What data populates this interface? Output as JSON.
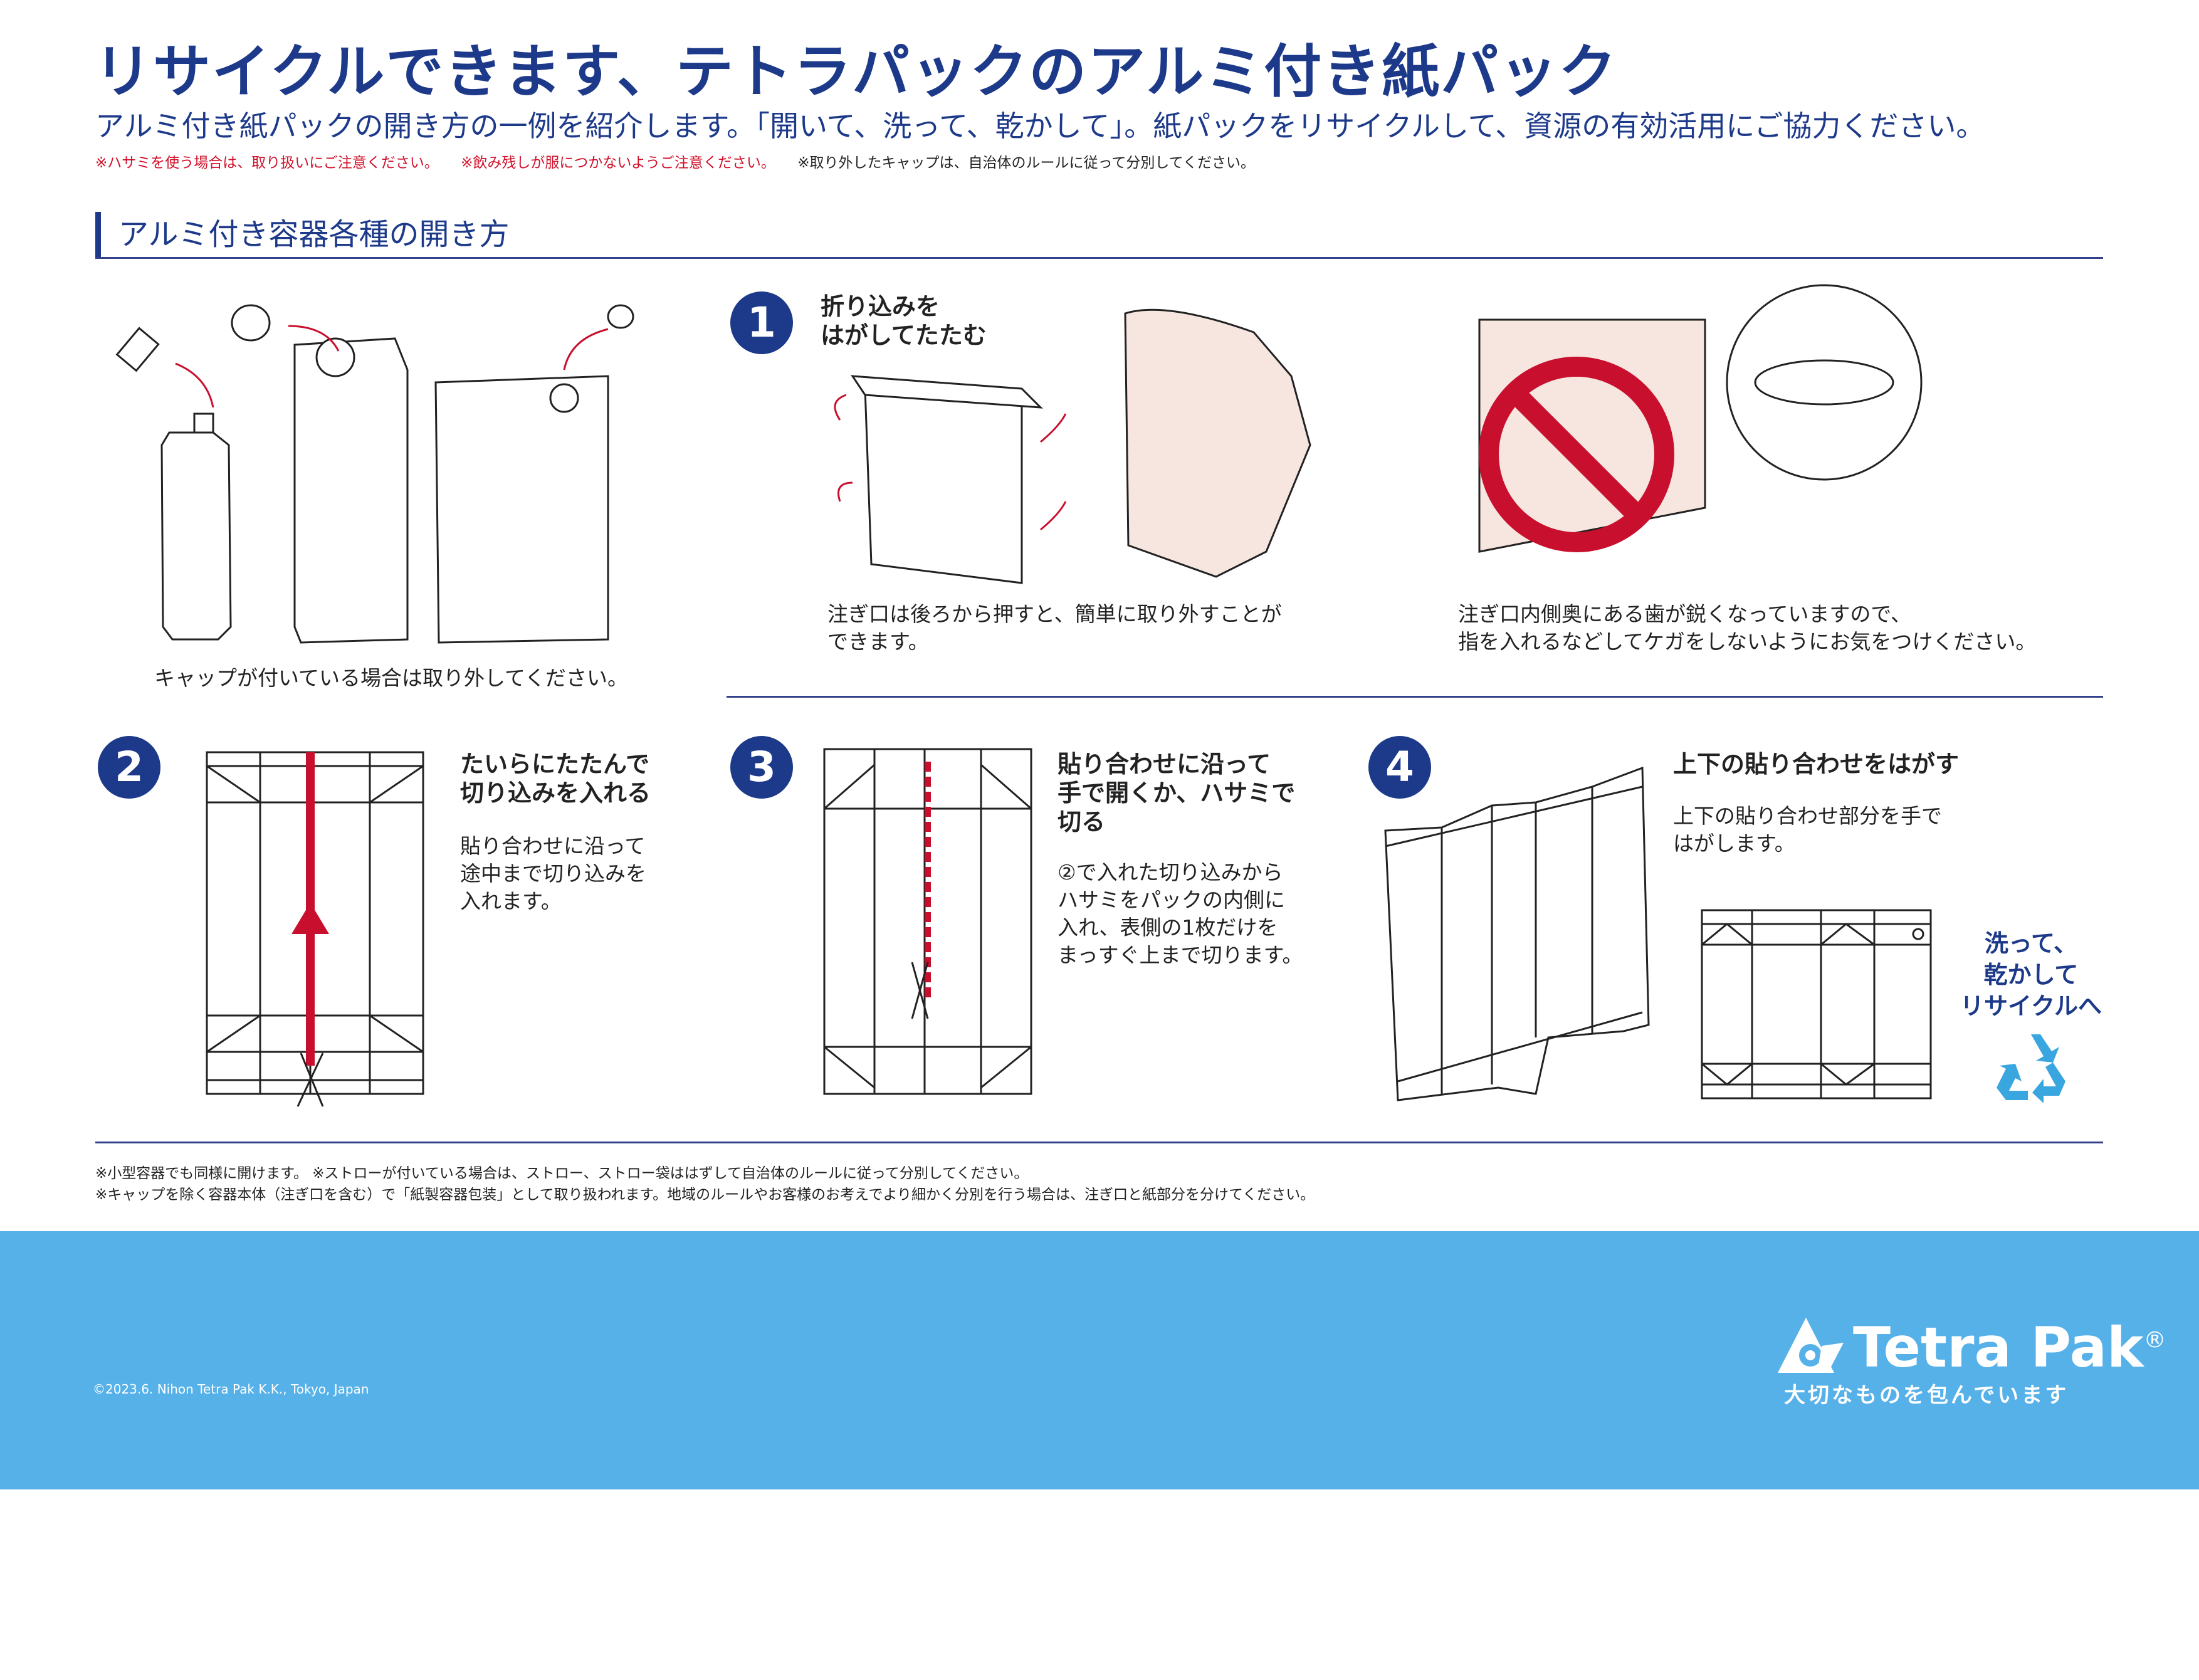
{
  "header": {
    "title": "リサイクルできます、テトラパックのアルミ付き紙パック",
    "subtitle": "アルミ付き紙パックの開き方の一例を紹介します。「開いて、洗って、乾かして」。紙パックをリサイクルして、資源の有効活用にご協力ください。",
    "notes": [
      "※ハサミを使う場合は、取り扱いにご注意ください。",
      "※飲み残しが服につかないようご注意ください。",
      "※取り外したキャップは、自治体のルールに従って分別してください。"
    ]
  },
  "section": {
    "heading": "アルミ付き容器各種の開き方"
  },
  "intro": {
    "caption": "キャップが付いている場合は取り外してください。"
  },
  "steps": [
    {
      "number": "1",
      "title": "折り込みを\nはがしてたたむ",
      "text": "注ぎ口は後ろから押すと、簡単に取り外すことが\nできます。",
      "warning": "注ぎ口内側奥にある歯が鋭くなっていますので、\n指を入れるなどしてケガをしないようにお気をつけください。"
    },
    {
      "number": "2",
      "title": "たいらにたたんで\n切り込みを入れる",
      "text": "貼り合わせに沿って\n途中まで切り込みを\n入れます。"
    },
    {
      "number": "3",
      "title": "貼り合わせに沿って\n手で開くか、ハサミで\n切る",
      "text": "②で入れた切り込みから\nハサミをパックの内側に\n入れ、表側の1枚だけを\nまっすぐ上まで切ります。"
    },
    {
      "number": "4",
      "title": "上下の貼り合わせをはがす",
      "text": "上下の貼り合わせ部分を手で\nはがします。",
      "final": "洗って、\n乾かして\nリサイクルへ"
    }
  ],
  "footnotes": [
    "※小型容器でも同様に開けます。 ※ストローが付いている場合は、ストロー、ストロー袋ははずして自治体のルールに従って分別してください。",
    "※キャップを除く容器本体（注ぎ口を含む）で「紙製容器包装」として取り扱われます。地域のルールやお客様のお考えでより細かく分別を行う場合は、注ぎ口と紙部分を分けてください。"
  ],
  "footer": {
    "copyright": "©2023.6. Nihon Tetra Pak K.K., Tokyo, Japan",
    "brand": "Tetra Pak",
    "registered": "®",
    "tagline": "大切なものを包んでいます"
  },
  "colors": {
    "navy": "#1d3a8a",
    "red": "#c8102e",
    "band": "#56b1e9",
    "recycle": "#3aa6e0"
  }
}
